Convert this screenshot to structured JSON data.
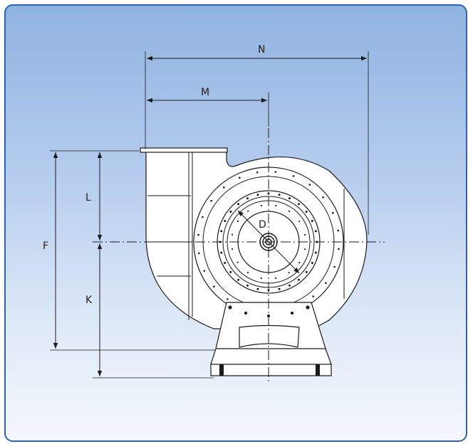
{
  "labels": {
    "N": "N",
    "M": "M",
    "L": "L",
    "F": "F",
    "K": "K",
    "D": "D"
  },
  "colors": {
    "panel_border": "#2a63b8",
    "gradient_top": "#8fb3e0",
    "gradient_bottom": "#f4f7fc",
    "line": "#1a1a1a",
    "fan_fill": "#ffffff"
  }
}
